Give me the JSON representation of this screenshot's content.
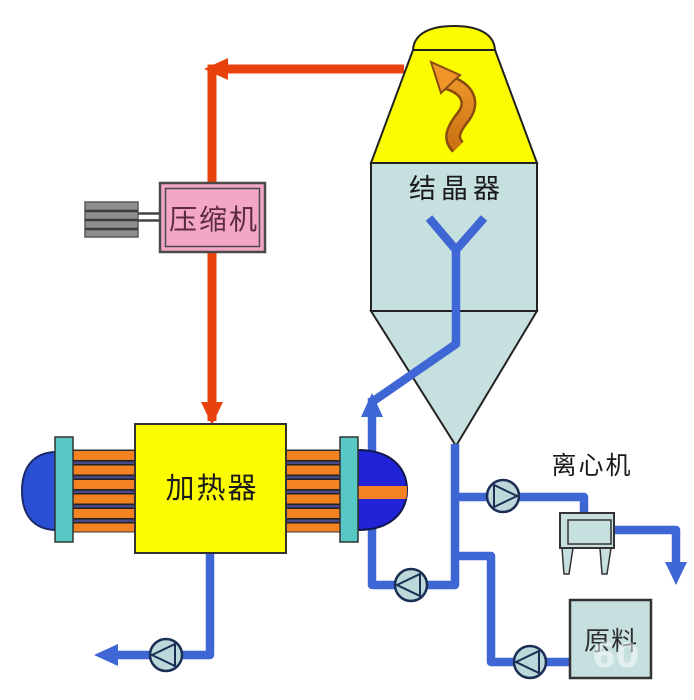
{
  "diagram_type": "crystallization-process-flow",
  "equipment": {
    "compressor": {
      "label": "压缩机"
    },
    "crystallizer": {
      "label": "结晶器"
    },
    "heater": {
      "label": "加热器"
    },
    "centrifuge": {
      "label": "离心机"
    },
    "raw_material": {
      "label": "原料"
    }
  },
  "icons": {
    "pump": "circle-with-inscribed-triangle",
    "agitator": "curved-orange-arrow",
    "motor": "hatched-gray-box"
  },
  "watermark": "60",
  "colors": {
    "pipe_hot_red": "#e8430e",
    "pipe_cold_blue": "#3e66d4",
    "vessel_yellow": "#fcfc00",
    "vessel_shell_blue": "#c6dfdf",
    "compressor_pink": "#f3a6c6",
    "tube_orange": "#f58220",
    "tube_gap_navy": "#4a4a8a",
    "tube_sheet_teal": "#57c8c4",
    "head_dome_left_blue": "#2b50d4",
    "head_dome_right_blue": "#2023d8",
    "pump_fill": "#bcd8da"
  }
}
